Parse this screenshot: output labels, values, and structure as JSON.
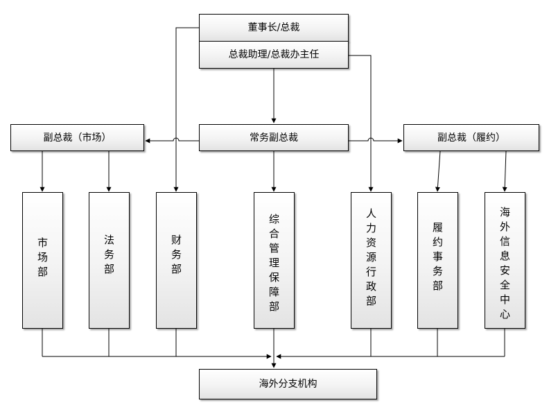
{
  "top": {
    "chairman": "董事长/总裁",
    "assistant": "总裁助理/总裁办主任"
  },
  "tier2": {
    "vp_market": "副总裁（市场）",
    "exec_vp": "常务副总裁",
    "vp_perform": "副总裁（履约）"
  },
  "departments": {
    "market": "市场部",
    "legal": "法务部",
    "finance": "财务部",
    "admin": "综合管理保障部",
    "hr": "人力资源行政部",
    "perform": "履约事务部",
    "security": "海外信息安全中心"
  },
  "bottom": {
    "overseas": "海外分支机构"
  }
}
